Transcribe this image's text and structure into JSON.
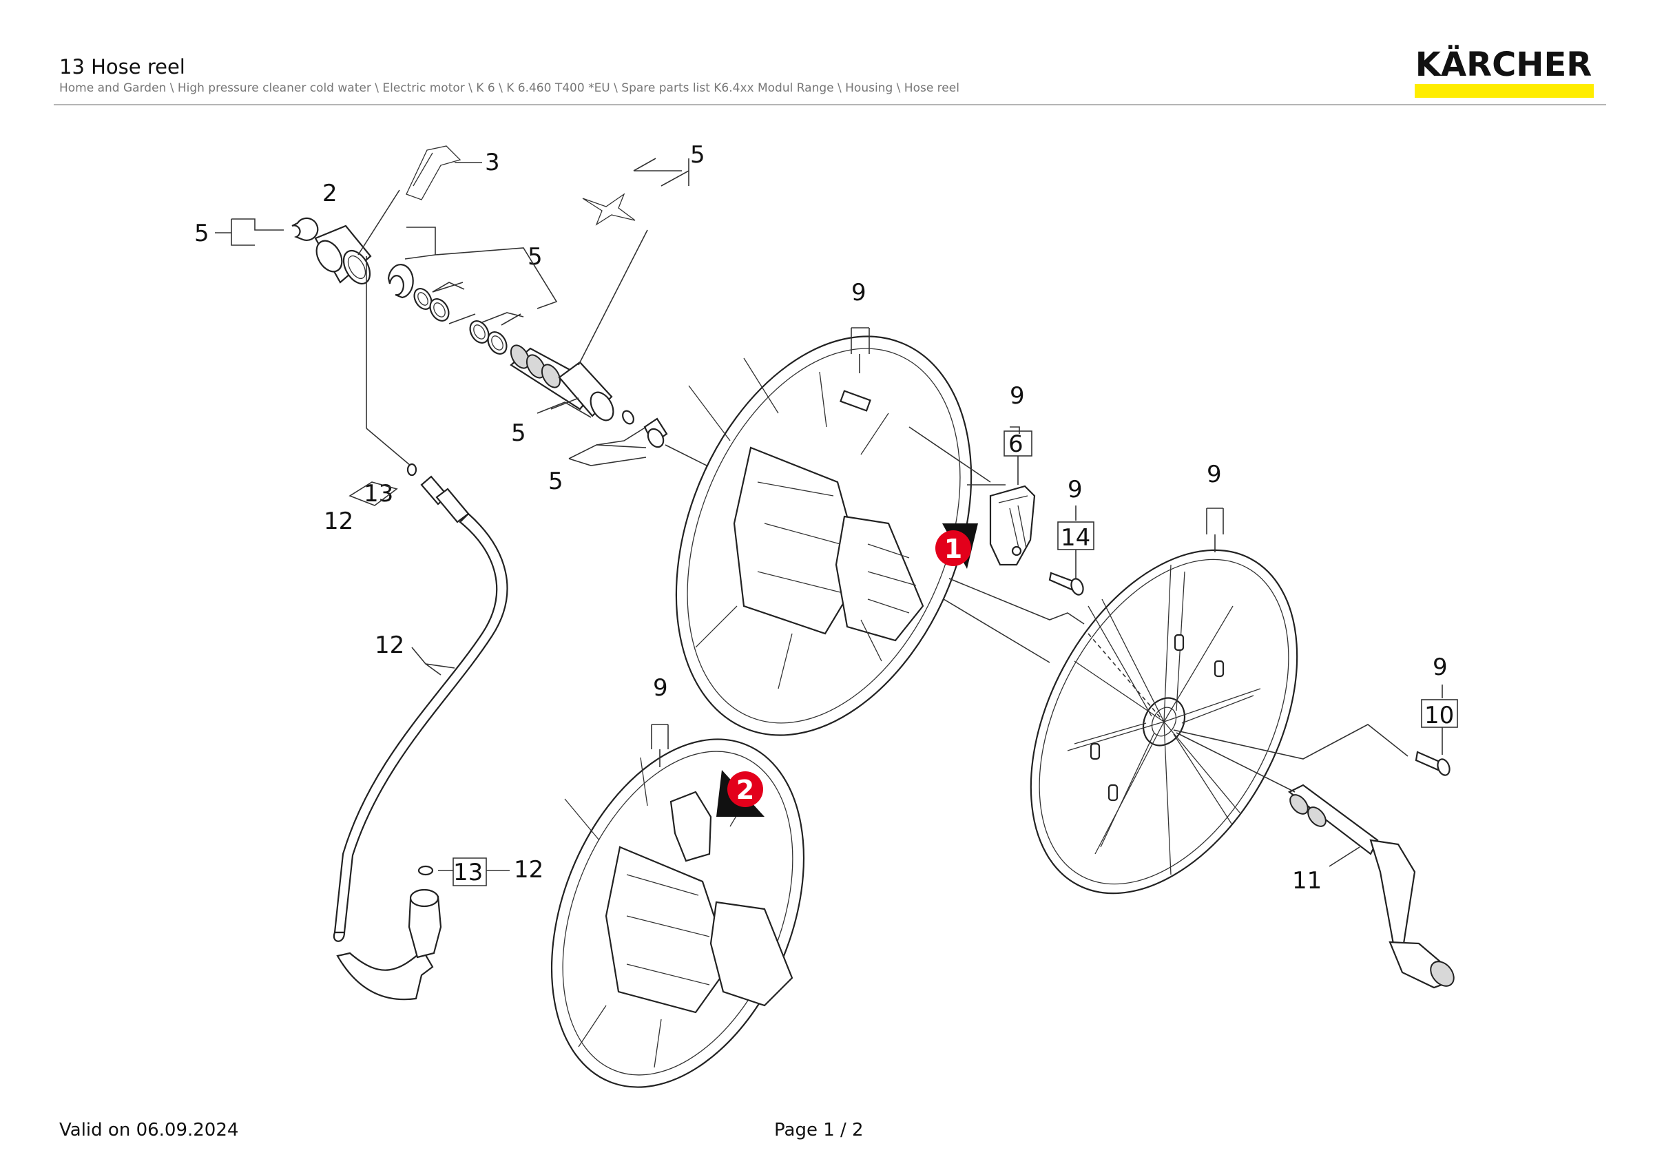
{
  "header": {
    "title": "13 Hose reel",
    "breadcrumb": "Home and Garden \\ High pressure cleaner cold water \\ Electric motor \\ K 6 \\ K 6.460 T400 *EU \\ Spare parts list K6.4xx Modul Range \\ Housing \\ Hose reel",
    "logo_text": "KÄRCHER",
    "brand_color": "#ffed00"
  },
  "diagram": {
    "callouts": [
      "1",
      "2"
    ],
    "callout_color": "#e3001b",
    "labels": {
      "l3": "3",
      "l2": "2",
      "l5a": "5",
      "l5b": "5",
      "l5c": "5",
      "l5d": "5",
      "l5e": "5",
      "l9a": "9",
      "l9b": "9",
      "l9c": "9",
      "l9d": "9",
      "l9e": "9",
      "l9f": "9",
      "l6": "6",
      "l14": "14",
      "l10": "10",
      "l11": "11",
      "l12a": "12",
      "l12b": "12",
      "l12c": "12",
      "l13a": "13",
      "l13b": "13"
    }
  },
  "footer": {
    "valid": "Valid on 06.09.2024",
    "page": "Page 1 / 2"
  }
}
